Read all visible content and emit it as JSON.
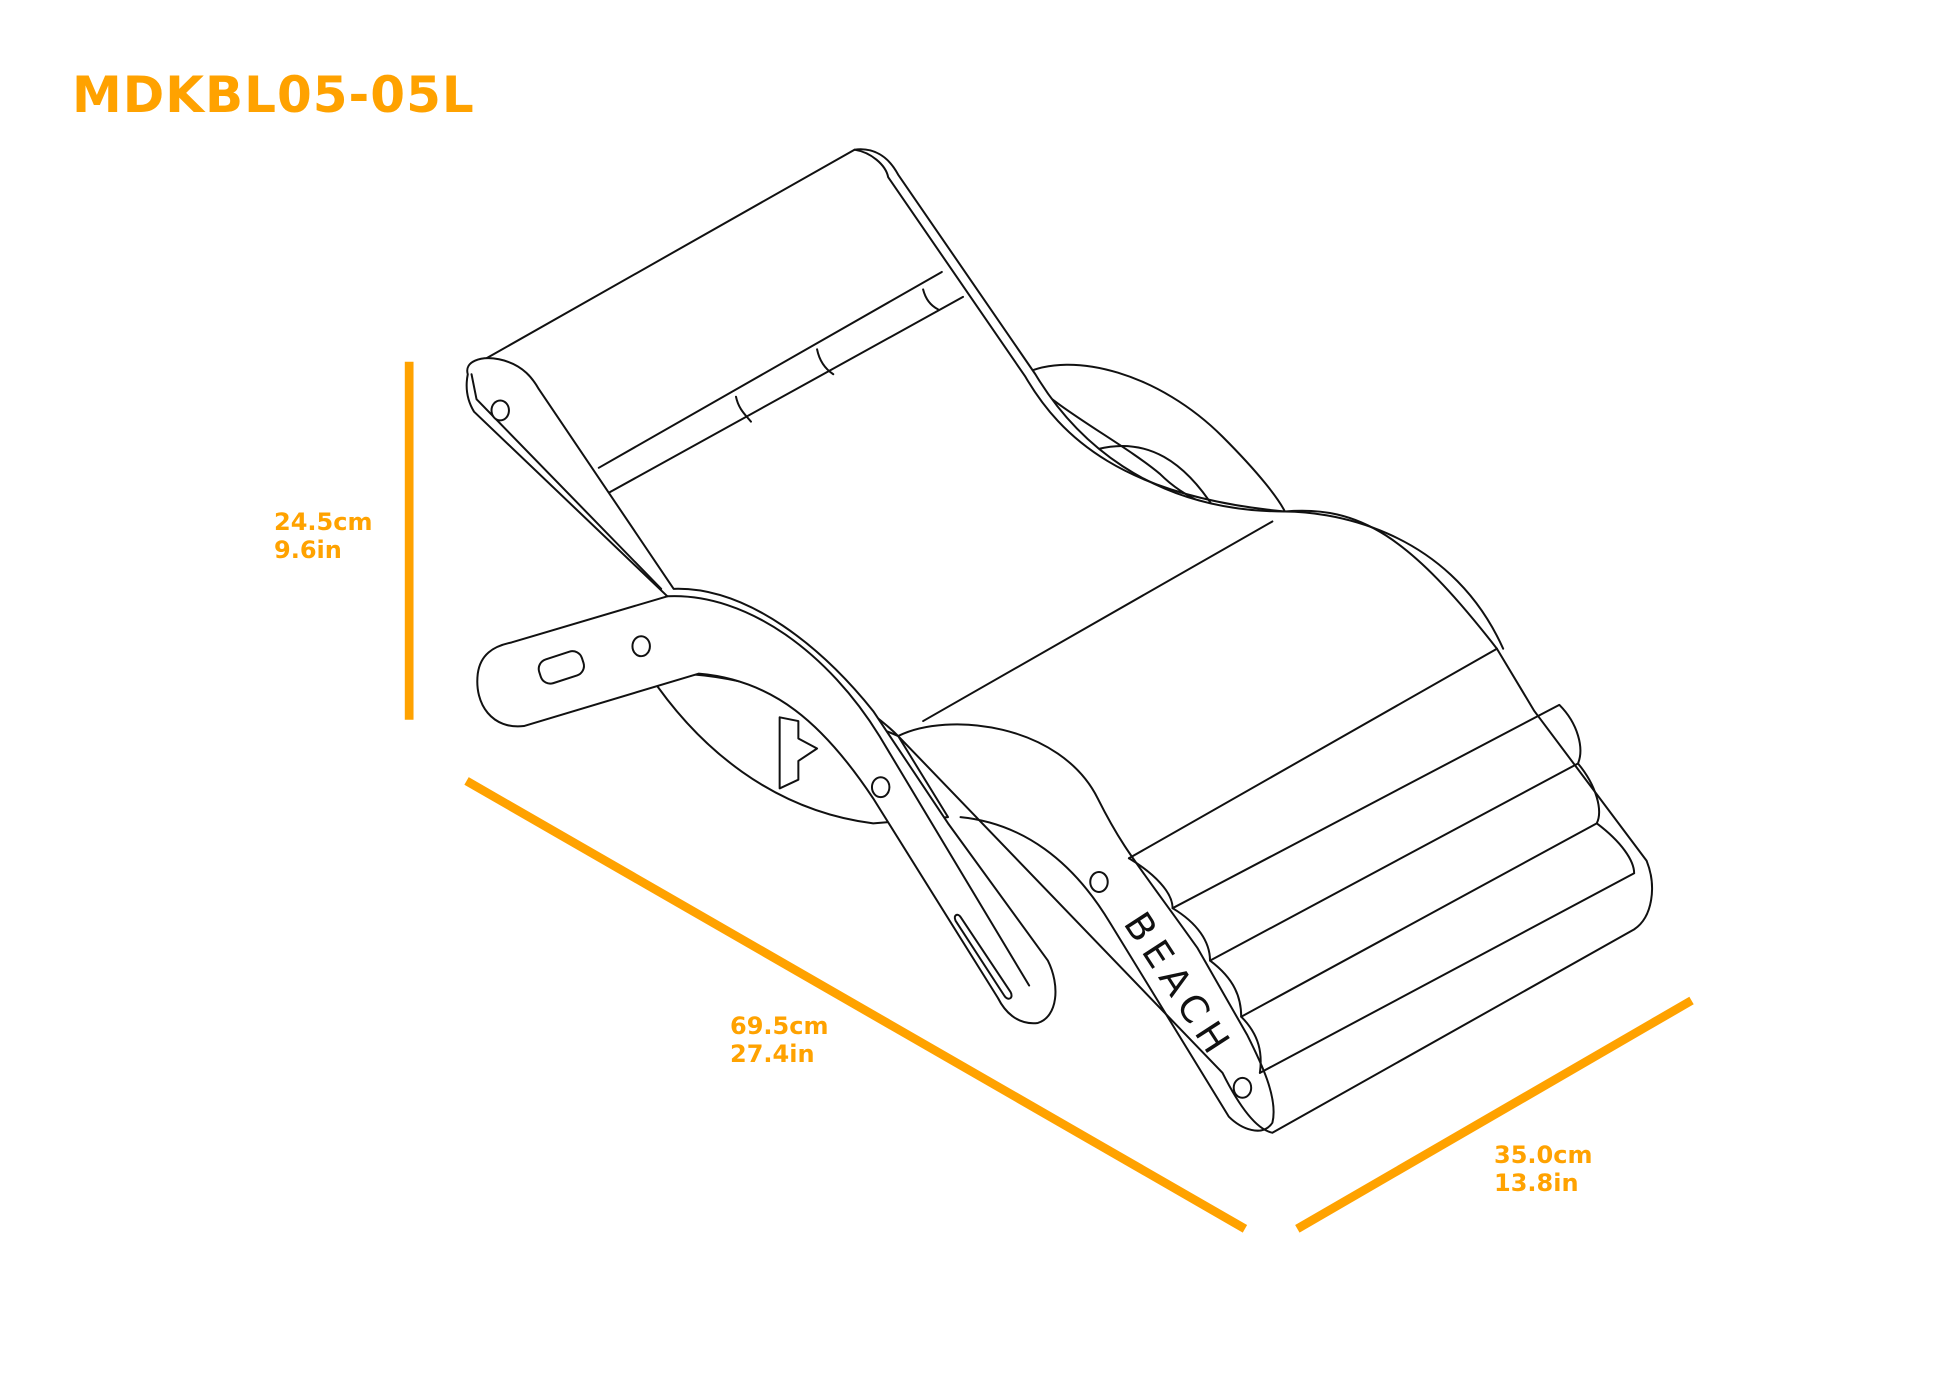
{
  "title": "MDKBL05-05L",
  "colors": {
    "accent": "#FFA200",
    "line": "#111111"
  },
  "dimensions": {
    "height": {
      "cm": "24.5cm",
      "in": "9.6in"
    },
    "length": {
      "cm": "69.5cm",
      "in": "27.4in"
    },
    "width": {
      "cm": "35.0cm",
      "in": "13.8in"
    }
  },
  "product": {
    "side_label": "BEACH"
  }
}
